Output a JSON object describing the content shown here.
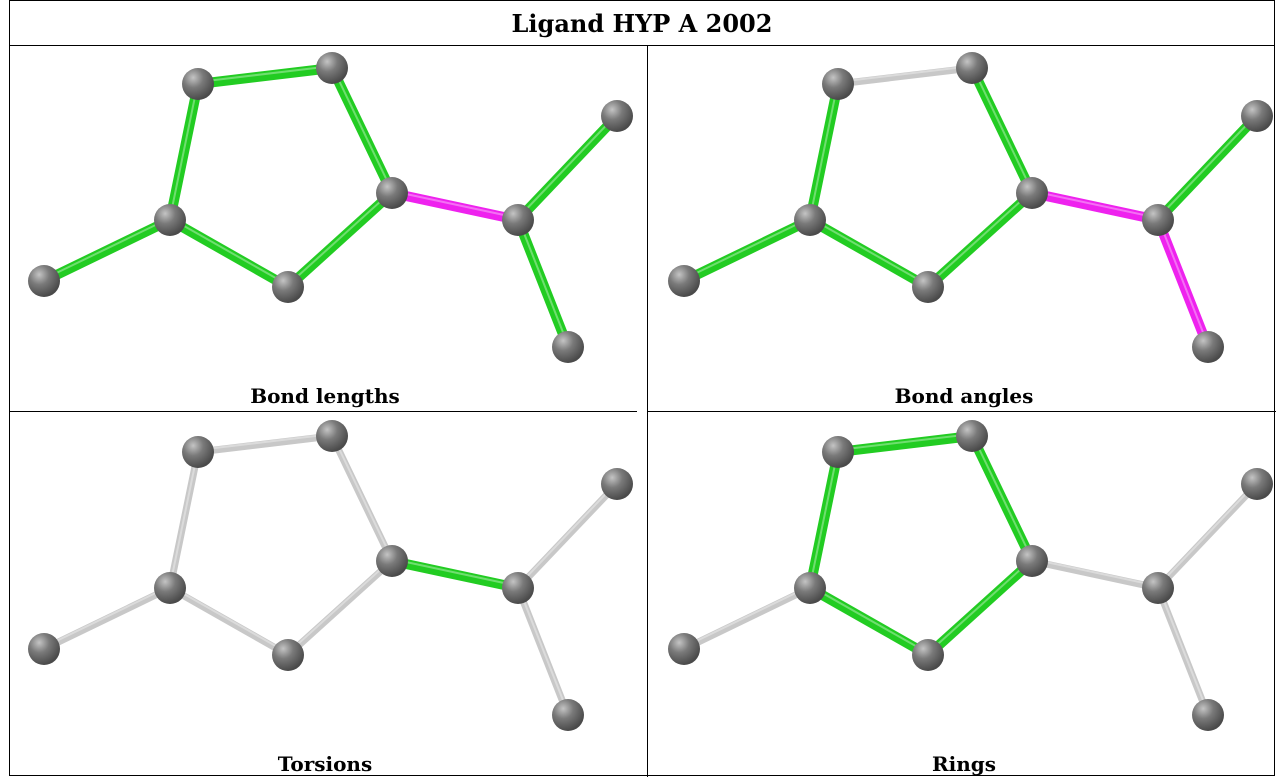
{
  "title": "Ligand HYP A 2002",
  "panels": [
    {
      "caption": "Bond lengths",
      "bond_colors": [
        "green",
        "green",
        "green",
        "green",
        "green",
        "green",
        "magenta",
        "green",
        "green"
      ]
    },
    {
      "caption": "Bond angles",
      "bond_colors": [
        "gray",
        "green",
        "green",
        "green",
        "green",
        "green",
        "magenta",
        "green",
        "magenta"
      ]
    },
    {
      "caption": "Torsions",
      "bond_colors": [
        "gray",
        "gray",
        "gray",
        "gray",
        "gray",
        "gray",
        "green",
        "gray",
        "gray"
      ]
    },
    {
      "caption": "Rings",
      "bond_colors": [
        "green",
        "green",
        "green",
        "green",
        "green",
        "gray",
        "gray",
        "gray",
        "gray"
      ]
    }
  ],
  "colors": {
    "green": "#22cc22",
    "magenta": "#ee22ee",
    "gray": "#c8c8c8",
    "atom": "#7a7a7a"
  }
}
